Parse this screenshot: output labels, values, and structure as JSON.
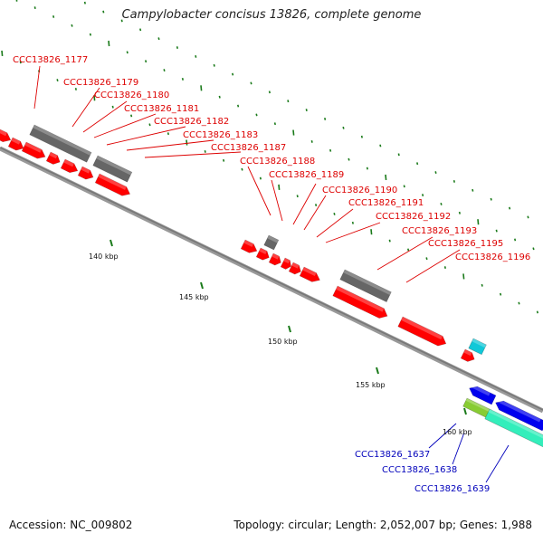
{
  "title": "Campylobacter concisus 13826, complete genome",
  "footer": {
    "accession": "Accession: NC_009802",
    "info": "Topology: circular; Length: 2,052,007 bp; Genes: 1,988"
  },
  "colors": {
    "forward_gene": "#ff0000",
    "other_feature": "#666666",
    "reverse_gene": "#0000ee",
    "cyan_feature": "#11c8d8",
    "seafoam_feature": "#33eebb",
    "lime_feature": "#88cc33",
    "tick": "#1a7a1a",
    "backbone": "#888888",
    "forward_label": "#dd0000",
    "reverse_label": "#0000bb"
  },
  "kbp_ticks": [
    "140 kbp",
    "145 kbp",
    "150 kbp",
    "155 kbp",
    "160 kbp"
  ],
  "forward_labels": [
    "CCC13826_1177",
    "CCC13826_1179",
    "CCC13826_1180",
    "CCC13826_1181",
    "CCC13826_1182",
    "CCC13826_1183",
    "CCC13826_1187",
    "CCC13826_1188",
    "CCC13826_1189",
    "CCC13826_1190",
    "CCC13826_1191",
    "CCC13826_1192",
    "CCC13826_1193",
    "CCC13826_1195",
    "CCC13826_1196"
  ],
  "reverse_labels": [
    "CCC13826_1637",
    "CCC13826_1638",
    "CCC13826_1639"
  ]
}
